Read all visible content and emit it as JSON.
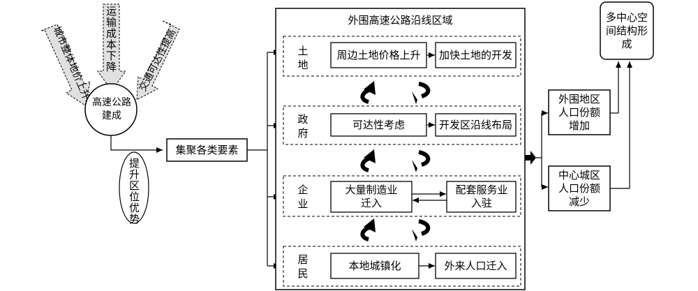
{
  "title": "外围高速公路沿线区域",
  "left": {
    "circle_label": "高速公路建成",
    "arrow_texts": [
      "城市整体地价上升",
      "运输成本下降",
      "交通可达性提高"
    ],
    "enhance_label": "提升区位优势",
    "gather_box": "集聚各类要素"
  },
  "sections": [
    {
      "label": "土地",
      "box_a": "周边土地价格上升",
      "box_b": "加快土地的开发"
    },
    {
      "label": "政府",
      "box_a": "可达性考虑",
      "box_b": "开发区沿线布局"
    },
    {
      "label": "企业",
      "box_a": "大量制造业迁入",
      "box_b": "配套服务业入驻"
    },
    {
      "label": "居民",
      "box_a": "本地城镇化",
      "box_b": "外来人口迁入"
    }
  ],
  "right": {
    "increase_box": "外围地区人口份额增加",
    "decrease_box": "中心城区人口份额减少",
    "result_box": "多中心空间结构形成"
  }
}
